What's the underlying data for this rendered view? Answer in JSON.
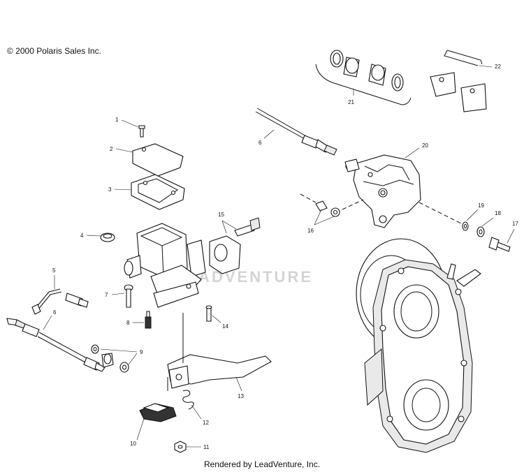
{
  "copyright": "© 2000 Polaris Sales Inc.",
  "footer": "Rendered by LeadVenture, Inc.",
  "watermark": "LEADVENTURE",
  "callouts": {
    "c1": "1",
    "c2": "2",
    "c3": "3",
    "c4": "4",
    "c5": "5",
    "c6a": "6",
    "c6b": "6",
    "c7": "7",
    "c8": "8",
    "c9": "9",
    "c10": "10",
    "c11": "11",
    "c12": "12",
    "c13": "13",
    "c14": "14",
    "c15": "15",
    "c16": "16",
    "c17": "17",
    "c18": "18",
    "c19": "19",
    "c20": "20",
    "c21": "21",
    "c22": "22"
  }
}
